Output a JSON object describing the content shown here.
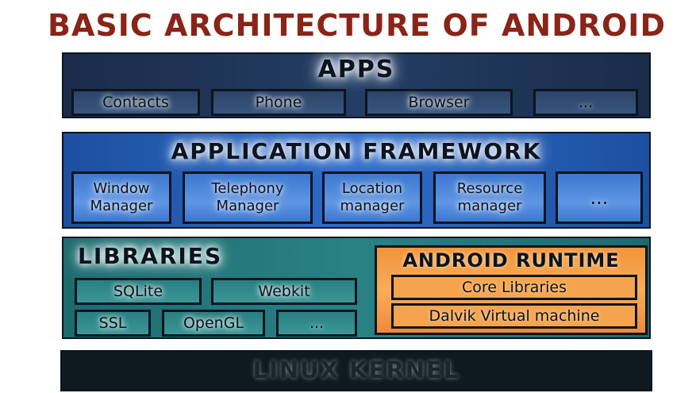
{
  "title": "BASIC ARCHITECTURE OF ANDROID",
  "layers": {
    "apps": {
      "title": "APPS",
      "items": [
        "Contacts",
        "Phone",
        "Browser",
        "..."
      ]
    },
    "framework": {
      "title": "APPLICATION FRAMEWORK",
      "items": [
        {
          "line1": "Window",
          "line2": "Manager"
        },
        {
          "line1": "Telephony",
          "line2": "Manager"
        },
        {
          "line1": "Location",
          "line2": "manager"
        },
        {
          "line1": "Resource",
          "line2": "manager"
        },
        {
          "line1": "...",
          "line2": ""
        }
      ]
    },
    "libraries": {
      "title": "LIBRARIES",
      "items": [
        "SQLite",
        "Webkit",
        "SSL",
        "OpenGL",
        "..."
      ]
    },
    "runtime": {
      "title": "ANDROID RUNTIME",
      "items": [
        "Core Libraries",
        "Dalvik Virtual machine"
      ]
    },
    "kernel": {
      "title": "LINUX KERNEL"
    }
  },
  "colors": {
    "title": "#8a2418",
    "apps": "#243d64",
    "framework": "#2f6cc9",
    "libraries": "#2a8284",
    "runtime": "#f7ad5a",
    "kernel": "#0e1a20"
  }
}
